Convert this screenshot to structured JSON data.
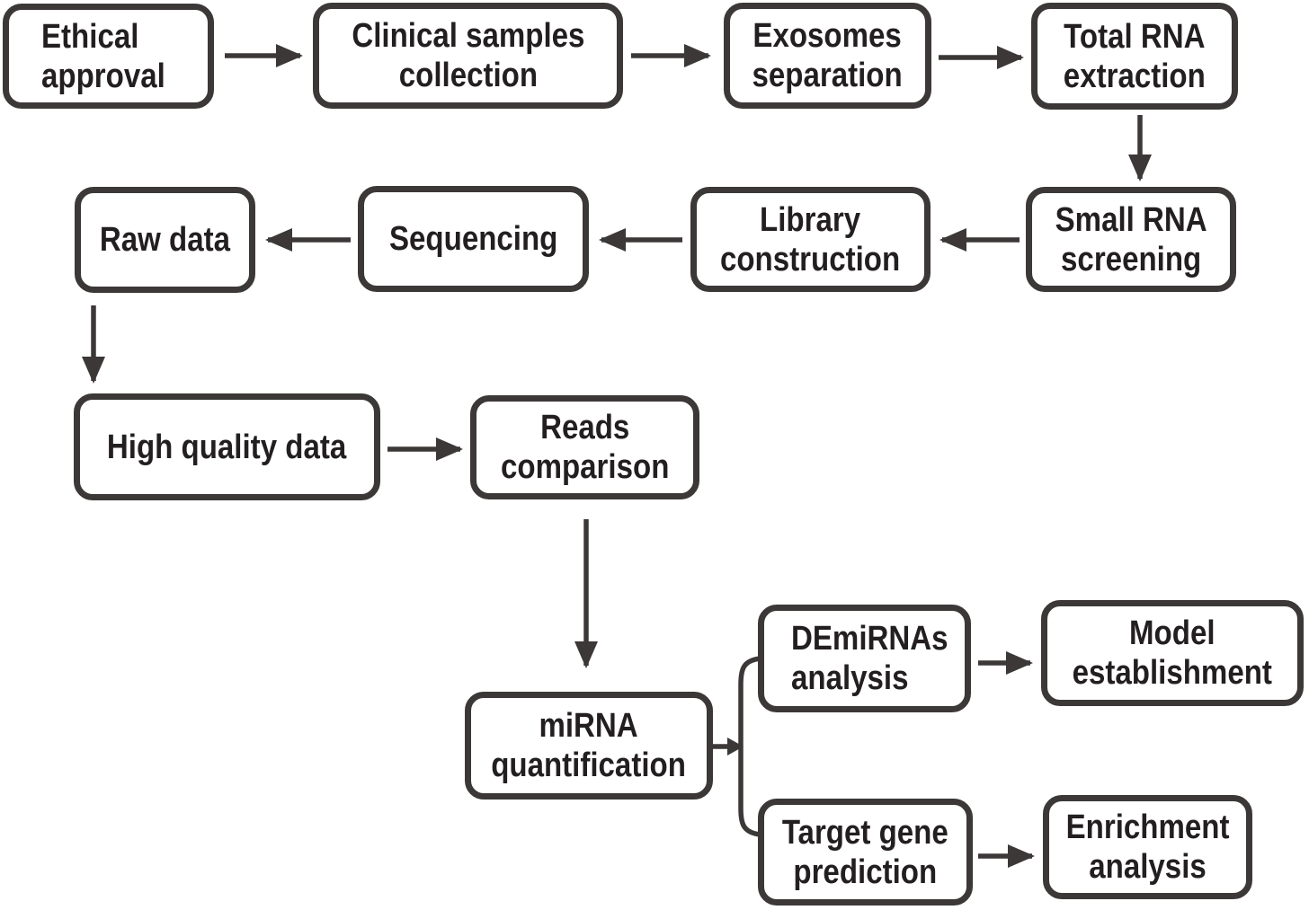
{
  "figure": {
    "type": "flowchart",
    "description": "Study workflow diagram for exosomal miRNA sequencing analysis",
    "colors": {
      "background": "#ffffff",
      "box_fill": "#ffffff",
      "box_border": "#3b3837",
      "text": "#231f20",
      "arrow": "#3b3837"
    },
    "nodes": [
      {
        "id": "ethical-approval",
        "label": "Ethical\napproval"
      },
      {
        "id": "clinical-samples-collection",
        "label": "Clinical samples\ncollection"
      },
      {
        "id": "exosomes-separation",
        "label": "Exosomes\nseparation"
      },
      {
        "id": "total-rna-extraction",
        "label": "Total RNA\nextraction"
      },
      {
        "id": "small-rna-screening",
        "label": "Small RNA\nscreening"
      },
      {
        "id": "library-construction",
        "label": "Library\nconstruction"
      },
      {
        "id": "sequencing",
        "label": "Sequencing"
      },
      {
        "id": "raw-data",
        "label": "Raw data"
      },
      {
        "id": "high-quality-data",
        "label": "High quality data"
      },
      {
        "id": "reads-comparison",
        "label": "Reads\ncomparison"
      },
      {
        "id": "mirna-quantification",
        "label": "miRNA\nquantification"
      },
      {
        "id": "demirnas-analysis",
        "label": "DEmiRNAs\nanalysis"
      },
      {
        "id": "model-establishment",
        "label": "Model\nestablishment"
      },
      {
        "id": "target-gene-prediction",
        "label": "Target gene\nprediction"
      },
      {
        "id": "enrichment-analysis",
        "label": "Enrichment\nanalysis"
      }
    ],
    "edges": [
      {
        "from": "ethical-approval",
        "to": "clinical-samples-collection"
      },
      {
        "from": "clinical-samples-collection",
        "to": "exosomes-separation"
      },
      {
        "from": "exosomes-separation",
        "to": "total-rna-extraction"
      },
      {
        "from": "total-rna-extraction",
        "to": "small-rna-screening"
      },
      {
        "from": "small-rna-screening",
        "to": "library-construction"
      },
      {
        "from": "library-construction",
        "to": "sequencing"
      },
      {
        "from": "sequencing",
        "to": "raw-data"
      },
      {
        "from": "raw-data",
        "to": "high-quality-data"
      },
      {
        "from": "high-quality-data",
        "to": "reads-comparison"
      },
      {
        "from": "reads-comparison",
        "to": "mirna-quantification"
      },
      {
        "from": "mirna-quantification",
        "to": "demirnas-analysis",
        "style": "brace-branch"
      },
      {
        "from": "mirna-quantification",
        "to": "target-gene-prediction",
        "style": "brace-branch"
      },
      {
        "from": "demirnas-analysis",
        "to": "model-establishment"
      },
      {
        "from": "target-gene-prediction",
        "to": "enrichment-analysis"
      }
    ]
  }
}
